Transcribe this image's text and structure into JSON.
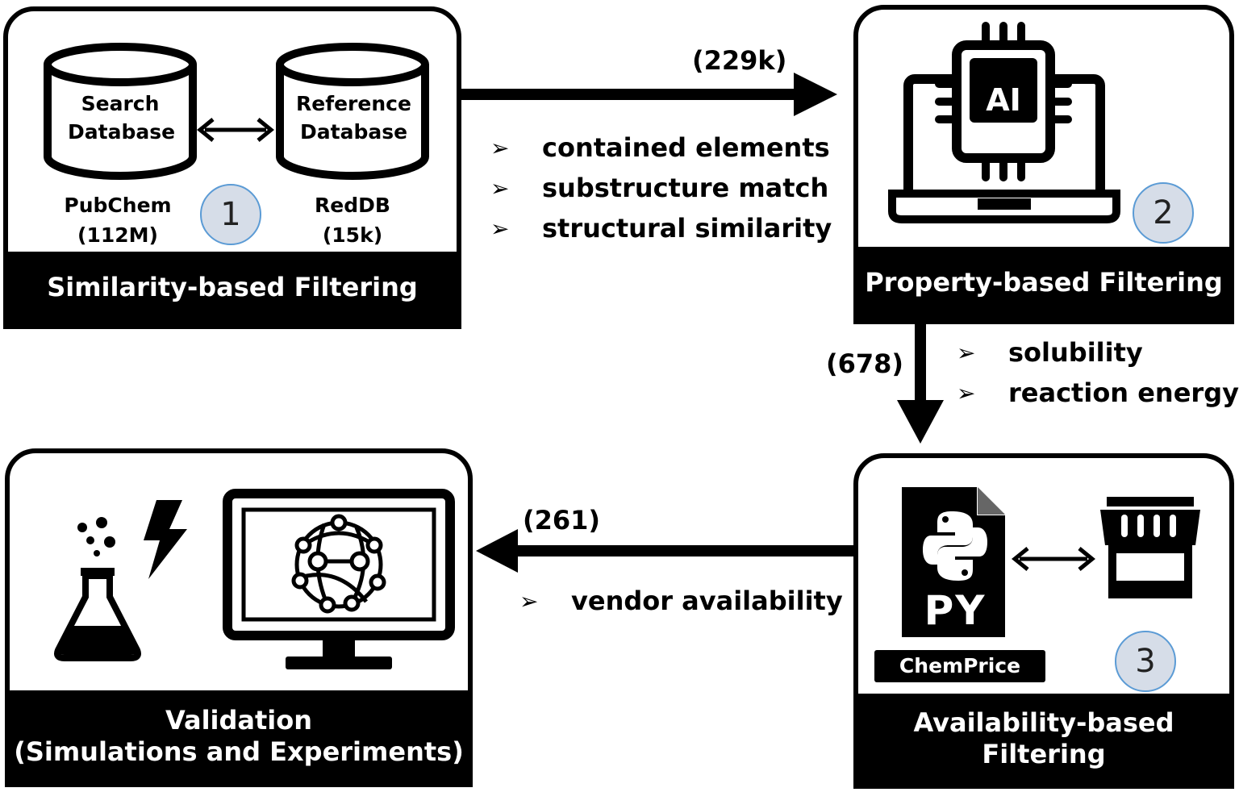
{
  "stage1": {
    "title": "Similarity-based Filtering",
    "search_db": {
      "line1": "Search",
      "line2": "Database",
      "name": "PubChem",
      "count": "(112M)"
    },
    "reference_db": {
      "line1": "Reference",
      "line2": "Database",
      "name": "RedDB",
      "count": "(15k)"
    },
    "number": "1"
  },
  "stage2": {
    "title": "Property-based Filtering",
    "icon_text": "AI",
    "number": "2"
  },
  "stage3": {
    "title_line1": "Availability-based",
    "title_line2": "Filtering",
    "file_text": "PY",
    "tool_label": "ChemPrice",
    "number": "3"
  },
  "stage4": {
    "title_line1": "Validation",
    "title_line2": "(Simulations and Experiments)"
  },
  "flow1": {
    "count": "(229k)",
    "criteria": [
      "contained elements",
      "substructure match",
      "structural similarity"
    ]
  },
  "flow2": {
    "count": "(678)",
    "criteria": [
      "solubility",
      "reaction energy"
    ]
  },
  "flow3": {
    "count": "(261)",
    "criteria": [
      "vendor availability"
    ]
  },
  "bullet_glyph": "➢",
  "icons": [
    "database-icon",
    "double-arrow-icon",
    "ai-chip-laptop-icon",
    "python-file-icon",
    "store-icon",
    "flask-icon",
    "lightning-icon",
    "monitor-network-icon"
  ],
  "colors": {
    "line": "#000000",
    "badge_fill": "#d6dde8",
    "badge_border": "#5b9bd5"
  }
}
